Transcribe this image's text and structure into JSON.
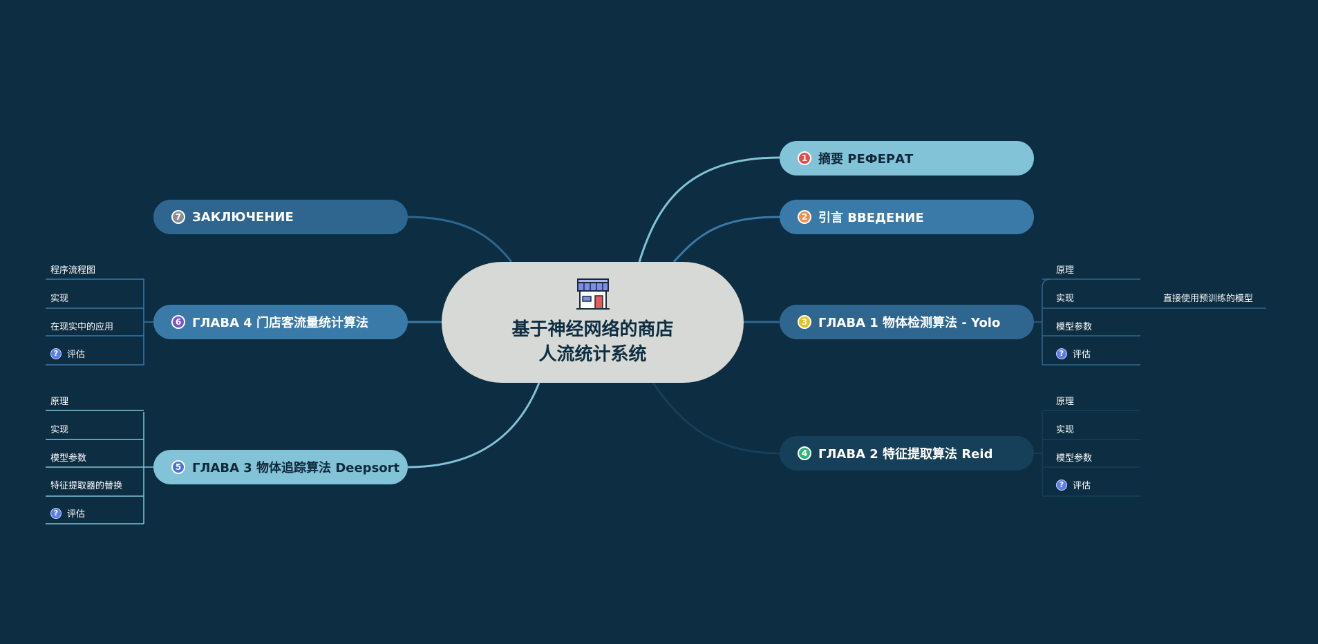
{
  "center": {
    "line1": "基于神经网络的商店",
    "line2": "人流统计系统",
    "icon": "store-icon"
  },
  "branches": [
    {
      "num": "1",
      "label": "摘要 РЕФЕРАТ",
      "num_color": "#e84a4a"
    },
    {
      "num": "2",
      "label": "引言 ВВЕДЕНИЕ",
      "num_color": "#f0914a"
    },
    {
      "num": "3",
      "label": "ГЛАВА 1 物体检测算法 - Yolo",
      "num_color": "#e8c21c"
    },
    {
      "num": "4",
      "label": "ГЛАВА 2 特征提取算法 Reid",
      "num_color": "#2fb37a"
    },
    {
      "num": "5",
      "label": "ГЛАВА 3 物体追踪算法 Deepsort",
      "num_color": "#4a73e0"
    },
    {
      "num": "6",
      "label": "ГЛАВА 4 门店客流量统计算法",
      "num_color": "#7b52d6"
    },
    {
      "num": "7",
      "label": "ЗАКЛЮЧЕНИЕ",
      "num_color": "#8a8f96"
    }
  ],
  "yolo_children": [
    "原理",
    "实现",
    "模型参数",
    "评估"
  ],
  "yolo_grandchild": "直接使用预训练的模型",
  "reid_children": [
    "原理",
    "实现",
    "模型参数",
    "评估"
  ],
  "deepsort_children": [
    "原理",
    "实现",
    "模型参数",
    "特征提取器的替换",
    "评估"
  ],
  "store_children": [
    "程序流程图",
    "实现",
    "在现实中的应用",
    "评估"
  ],
  "question_icon": "?",
  "colors": {
    "background": "#0d2d42",
    "center": "#d6d9d5",
    "light_branch": "#82c3d8",
    "mid_branch": "#3a7aa8",
    "dark_branch": "#2f6690",
    "deep_branch": "#163f5a"
  }
}
